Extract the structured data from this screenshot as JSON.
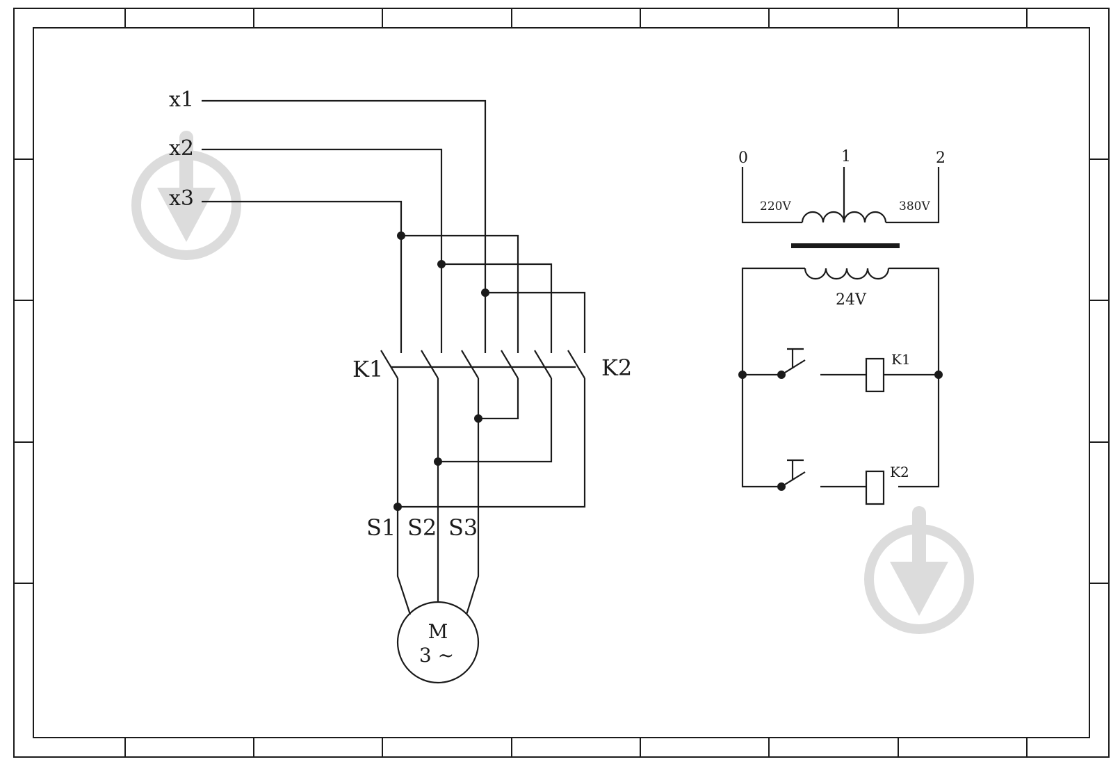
{
  "motor_circuit": {
    "inputs": {
      "x1": "x1",
      "x2": "x2",
      "x3": "x3"
    },
    "contactors": {
      "k1": "K1",
      "k2": "K2"
    },
    "outputs": {
      "s1": "S1",
      "s2": "S2",
      "s3": "S3"
    },
    "motor": {
      "line1": "M",
      "line2": "3 ~"
    }
  },
  "control_circuit": {
    "transformer": {
      "tap_0": "0",
      "tap_1": "1",
      "tap_2": "2",
      "voltage_left": "220V",
      "voltage_right": "380V",
      "secondary_voltage": "24V"
    },
    "coils": {
      "k1": "K1",
      "k2": "K2"
    }
  },
  "colors": {
    "line": "#1a1a1a",
    "watermark": "#dcdcdc",
    "background": "#ffffff"
  },
  "icons": [
    "download-watermark-icon",
    "download-watermark-icon"
  ]
}
